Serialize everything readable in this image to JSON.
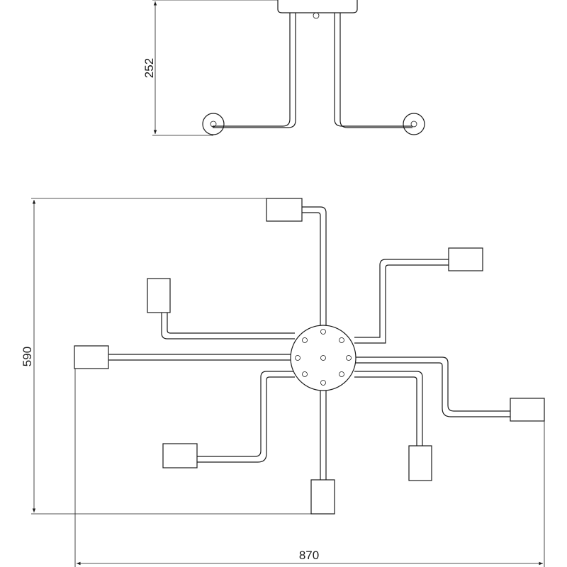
{
  "dimensions": {
    "side_height": "252",
    "plan_height": "590",
    "plan_width": "870"
  }
}
